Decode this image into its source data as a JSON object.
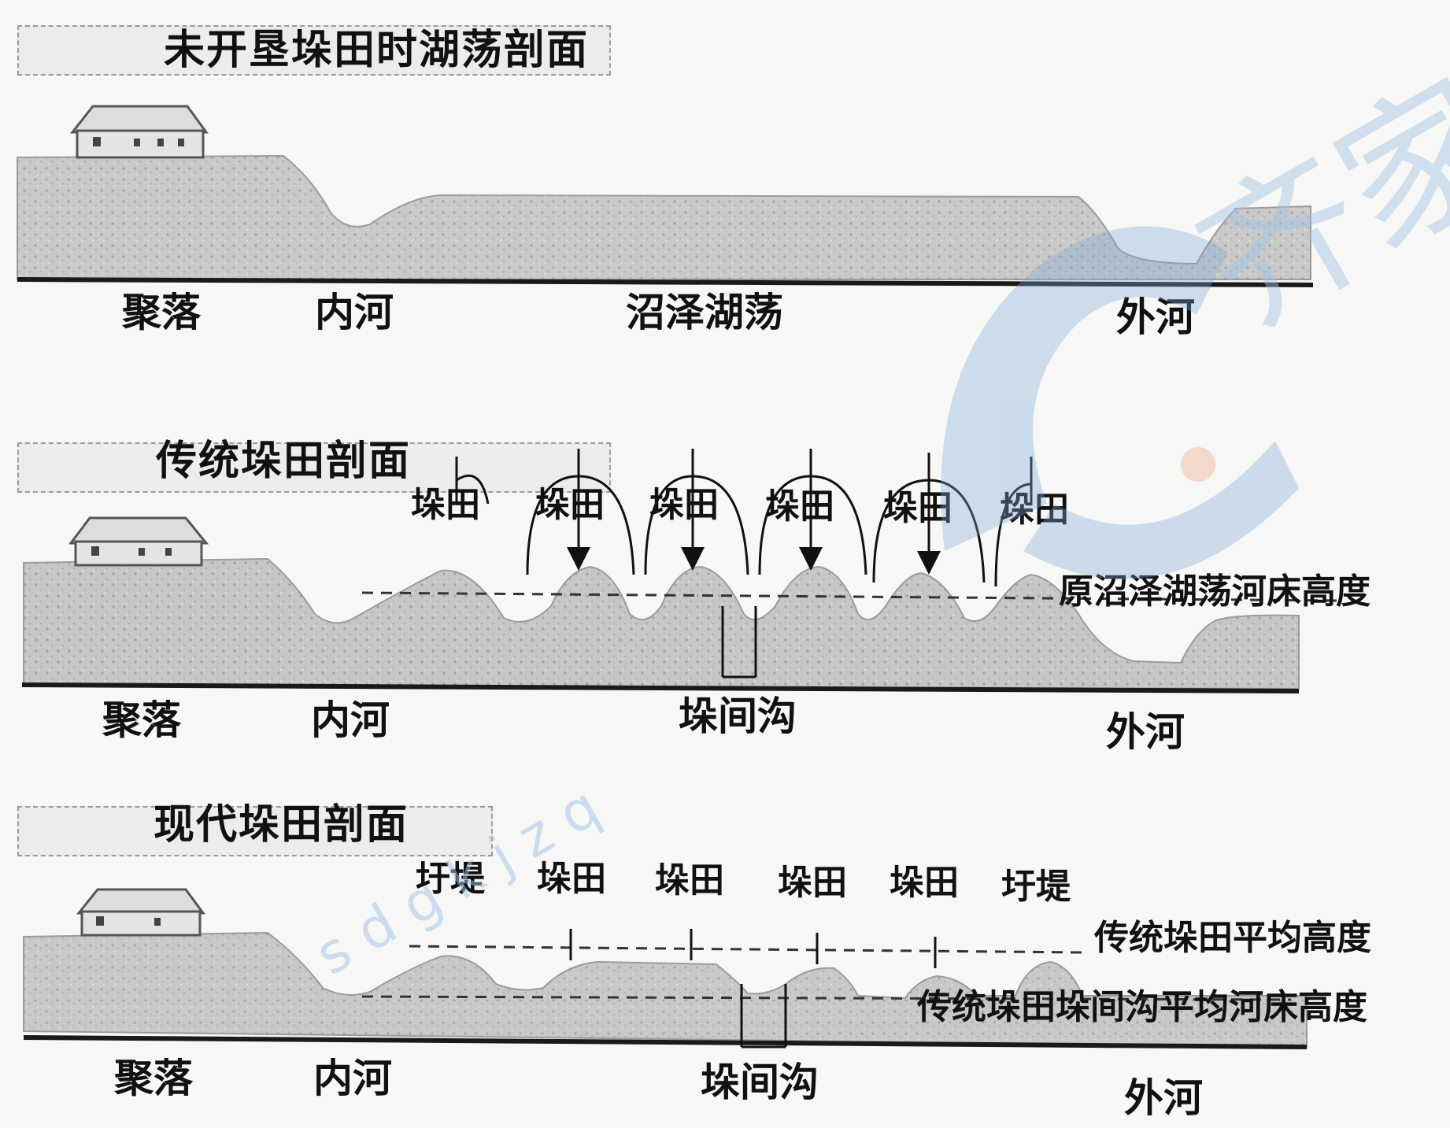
{
  "sections": [
    {
      "title": "未开垦垛田时湖荡剖面",
      "labels": {
        "settlement": "聚落",
        "inner_river": "内河",
        "marsh": "沼泽湖荡",
        "outer_river": "外河"
      }
    },
    {
      "title": "传统垛田剖面",
      "field_labels": [
        "垛田",
        "垛田",
        "垛田",
        "垛田",
        "垛田",
        "垛田"
      ],
      "reference_line": "原沼泽湖荡河床高度",
      "labels": {
        "settlement": "聚落",
        "inner_river": "内河",
        "ditch": "垛间沟",
        "outer_river": "外河"
      }
    },
    {
      "title": "现代垛田剖面",
      "field_labels": [
        "圩堤",
        "垛田",
        "垛田",
        "垛田",
        "垛田",
        "圩堤"
      ],
      "reference_line_top": "传统垛田平均高度",
      "reference_line_bottom": "传统垛田垛间沟平均河床高度",
      "labels": {
        "settlement": "聚落",
        "inner_river": "内河",
        "ditch": "垛间沟",
        "outer_river": "外河"
      }
    }
  ],
  "colors": {
    "ground": "#c8c8c6",
    "ground_dark": "#a9a9a7",
    "baseline": "#1a1a1a",
    "watermark": "#9fc3e6"
  },
  "watermark": {
    "brand": "齐家长圆",
    "letters": "s d g k j z q"
  }
}
